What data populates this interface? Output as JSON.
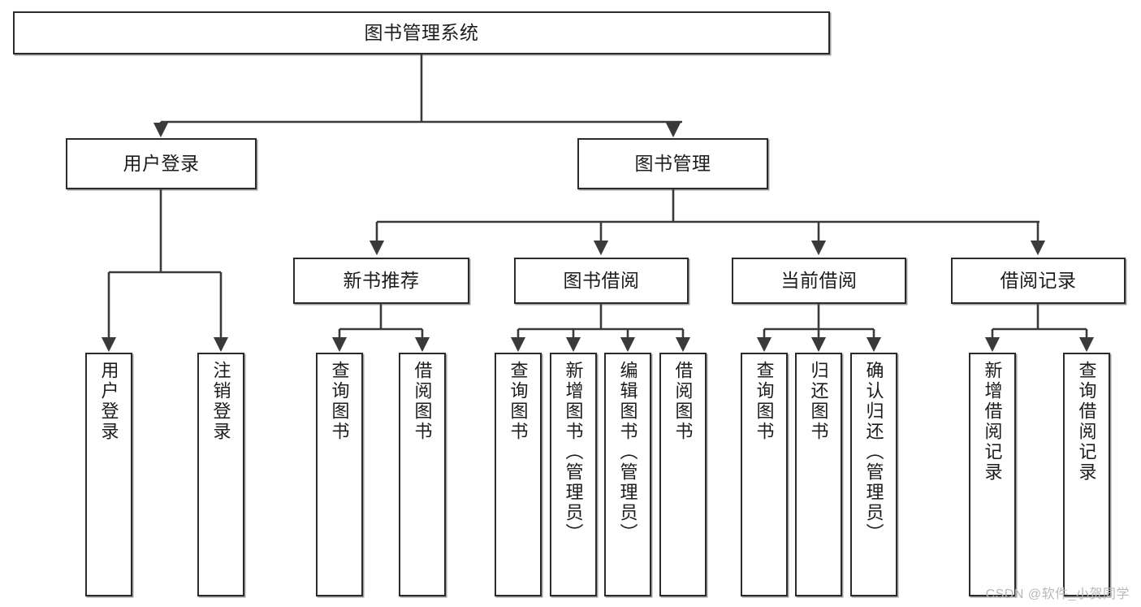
{
  "diagram": {
    "type": "tree-hierarchy-chart",
    "title": "图书管理系统",
    "watermark": "CSDN @软件_小贺同学",
    "colors": {
      "box_border": "#2b2b2b",
      "box_fill": "#ffffff",
      "connector": "#3a3a3a",
      "text": "#1c1c1c",
      "watermark": "#b9b9b9"
    },
    "nodes": {
      "root": {
        "label": "图书管理系统",
        "level": 1
      },
      "level2": [
        {
          "id": "user-login",
          "label": "用户登录"
        },
        {
          "id": "book-management",
          "label": "图书管理"
        }
      ],
      "level3": [
        {
          "id": "new-book-recommend",
          "label": "新书推荐",
          "parent": "book-management"
        },
        {
          "id": "book-borrow",
          "label": "图书借阅",
          "parent": "book-management"
        },
        {
          "id": "current-borrow",
          "label": "当前借阅",
          "parent": "book-management"
        },
        {
          "id": "borrow-record",
          "label": "借阅记录",
          "parent": "book-management"
        }
      ],
      "leaves": {
        "user-login": [
          {
            "id": "leaf-user-login",
            "label": "用户登录"
          },
          {
            "id": "leaf-logout-login",
            "label": "注销登录"
          }
        ],
        "new-book-recommend": [
          {
            "id": "leaf-query-book-1",
            "label": "查询图书"
          },
          {
            "id": "leaf-borrow-book-1",
            "label": "借阅图书"
          }
        ],
        "book-borrow": [
          {
            "id": "leaf-query-book-2",
            "label": "查询图书"
          },
          {
            "id": "leaf-add-book",
            "label": "新增图书（管理员）"
          },
          {
            "id": "leaf-edit-book",
            "label": "编辑图书（管理员）"
          },
          {
            "id": "leaf-borrow-book-2",
            "label": "借阅图书"
          }
        ],
        "current-borrow": [
          {
            "id": "leaf-query-book-3",
            "label": "查询图书"
          },
          {
            "id": "leaf-return-book",
            "label": "归还图书"
          },
          {
            "id": "leaf-confirm-return",
            "label": "确认归还（管理员）"
          }
        ],
        "borrow-record": [
          {
            "id": "leaf-add-record",
            "label": "新增借阅记录"
          },
          {
            "id": "leaf-query-record",
            "label": "查询借阅记录"
          }
        ]
      }
    }
  }
}
